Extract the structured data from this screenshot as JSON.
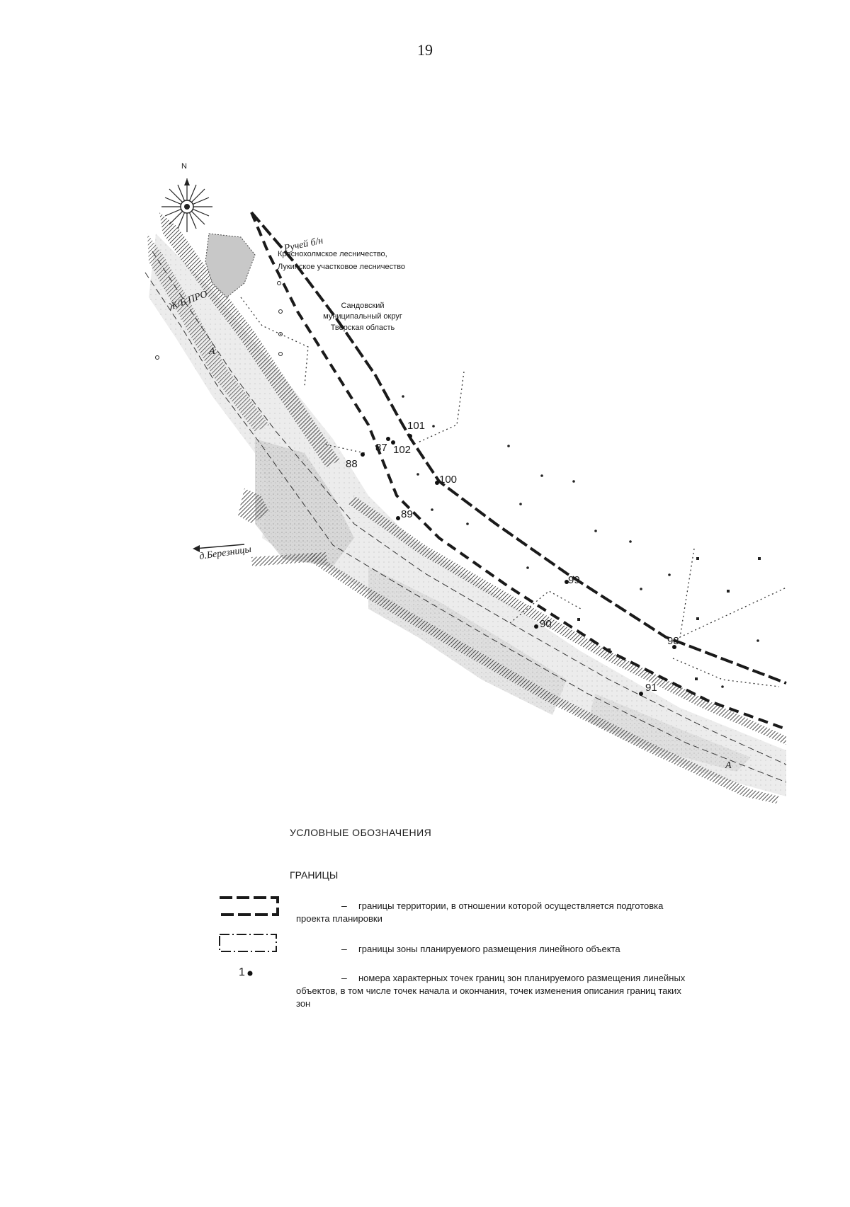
{
  "page": {
    "number": "19"
  },
  "map": {
    "north": "N",
    "stream": "Ручей б/н",
    "forestry_1": "Краснохолмское лесничество,",
    "forestry_2": "Лукинское участковое лесничество",
    "district_1": "Сандовский",
    "district_2": "муниципальный округ",
    "district_3": "Тверская область",
    "railway": "Ж/Б ПРО",
    "village": "д.Березницы",
    "road_letter_a1": "А",
    "road_letter_a2": "А",
    "points": [
      "87",
      "88",
      "89",
      "90",
      "91",
      "98",
      "99",
      "100",
      "101",
      "102"
    ]
  },
  "legend": {
    "title": "УСЛОВНЫЕ ОБОЗНАЧЕНИЯ",
    "section": "ГРАНИЦЫ",
    "items": [
      {
        "symbol": "dash-long-boundary-icon",
        "text": "границы территории, в отношении которой осуществляется подготовка проекта планировки"
      },
      {
        "symbol": "dash-dot-boundary-icon",
        "text": "границы зоны планируемого размещения линейного объекта"
      },
      {
        "symbol": "point-number-icon",
        "number": "1",
        "text": "номера характерных точек границ зон планируемого размещения линейных объектов, в том числе точек начала и окончания, точек изменения описания границ таких зон"
      }
    ],
    "dash": "–"
  }
}
